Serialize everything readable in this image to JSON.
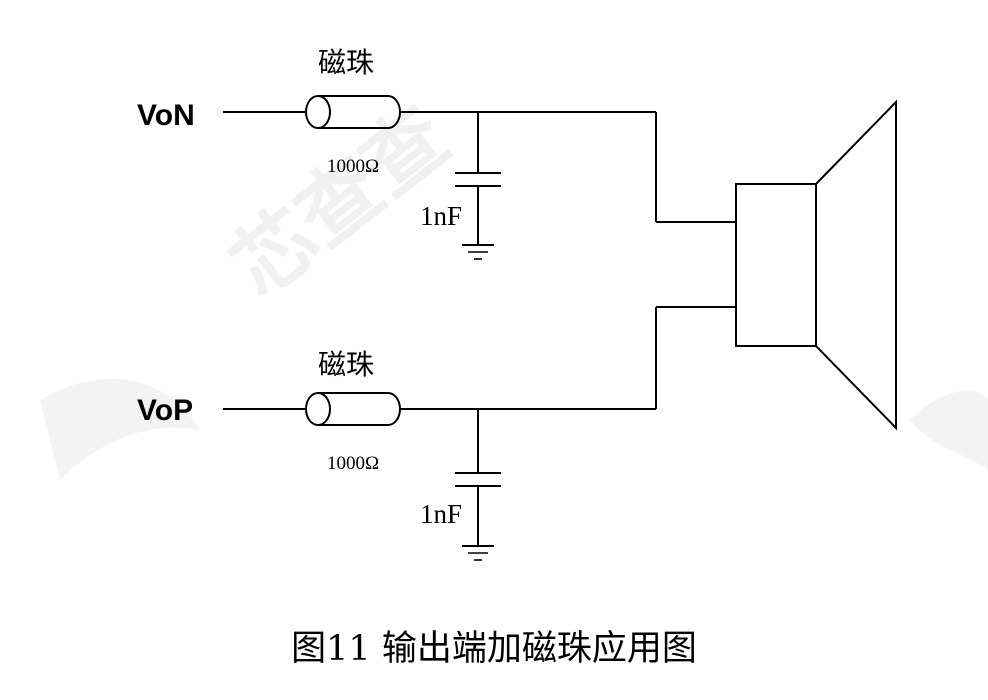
{
  "watermark": {
    "text": "芯查查"
  },
  "ports": {
    "top": "VoN",
    "bottom": "VoP"
  },
  "bead": {
    "label": "磁珠",
    "value": "1000Ω"
  },
  "capacitor": {
    "value": "1nF"
  },
  "caption": "图11 输出端加磁珠应用图",
  "colors": {
    "line": "#000000",
    "watermark": "#f0f0f0"
  },
  "icons": {
    "bead": "ferrite-bead-icon",
    "capacitor": "capacitor-icon",
    "ground": "ground-icon",
    "speaker": "speaker-icon"
  }
}
